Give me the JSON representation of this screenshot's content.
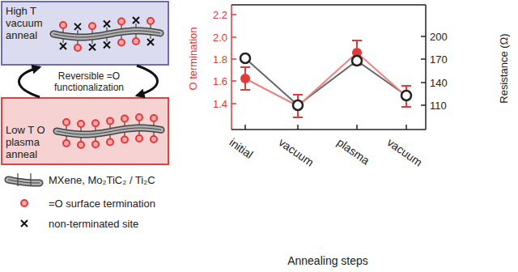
{
  "diagram": {
    "nodes": [
      {
        "text": [
          "High T vacuum anneal"
        ]
      },
      {
        "text": [
          "Low T O plasma anneal"
        ]
      }
    ],
    "edges": [
      {
        "from": 1,
        "to": 0,
        "arrow": "to"
      },
      {
        "from": 0,
        "to": 1,
        "arrow": "to"
      }
    ],
    "labels": [
      "Reversible =O functionalization",
      "2.2",
      "2.0",
      "1.8",
      "1.6",
      "1.4",
      "O termination",
      "200",
      "170",
      "140",
      "110",
      "Resistance (Ω)",
      "initial",
      "vacuum",
      "plasma",
      "vacuum",
      "Annealing steps"
    ],
    "legend": [
      {
        "text": "MXene, Mo₂TiC₂ / Ti₂C"
      },
      {
        "text": "=O surface termination"
      },
      {
        "text": "non-terminated site"
      }
    ]
  }
}
